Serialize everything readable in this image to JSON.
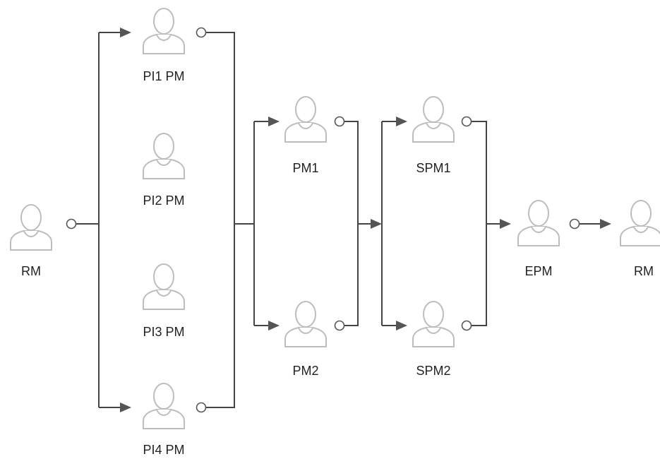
{
  "nodes": [
    {
      "id": "rm-start",
      "label": "RM",
      "icon": "person-icon"
    },
    {
      "id": "pi1-pm",
      "label": "PI1 PM",
      "icon": "person-icon"
    },
    {
      "id": "pi2-pm",
      "label": "PI2 PM",
      "icon": "person-icon"
    },
    {
      "id": "pi3-pm",
      "label": "PI3 PM",
      "icon": "person-icon"
    },
    {
      "id": "pi4-pm",
      "label": "PI4 PM",
      "icon": "person-icon"
    },
    {
      "id": "pm1",
      "label": "PM1",
      "icon": "person-icon"
    },
    {
      "id": "pm2",
      "label": "PM2",
      "icon": "person-icon"
    },
    {
      "id": "spm1",
      "label": "SPM1",
      "icon": "person-icon"
    },
    {
      "id": "spm2",
      "label": "SPM2",
      "icon": "person-icon"
    },
    {
      "id": "epm",
      "label": "EPM",
      "icon": "person-icon"
    },
    {
      "id": "rm-end",
      "label": "RM",
      "icon": "person-icon"
    }
  ],
  "edges": [
    {
      "from": "rm-start",
      "to": "pi1-pm"
    },
    {
      "from": "rm-start",
      "to": "pi4-pm"
    },
    {
      "from": "pi1-pm",
      "to": "pm1"
    },
    {
      "from": "pi1-pm",
      "to": "pm2"
    },
    {
      "from": "pi4-pm",
      "to": "pm1"
    },
    {
      "from": "pi4-pm",
      "to": "pm2"
    },
    {
      "from": "pm1",
      "to": "spm1"
    },
    {
      "from": "pm1",
      "to": "spm2"
    },
    {
      "from": "pm2",
      "to": "spm1"
    },
    {
      "from": "pm2",
      "to": "spm2"
    },
    {
      "from": "spm1",
      "to": "epm"
    },
    {
      "from": "spm2",
      "to": "epm"
    },
    {
      "from": "epm",
      "to": "rm-end"
    }
  ],
  "colors": {
    "line": "#444444",
    "arrow": "#555555",
    "icon_outline": "#bdbdbd",
    "label": "#222222"
  }
}
